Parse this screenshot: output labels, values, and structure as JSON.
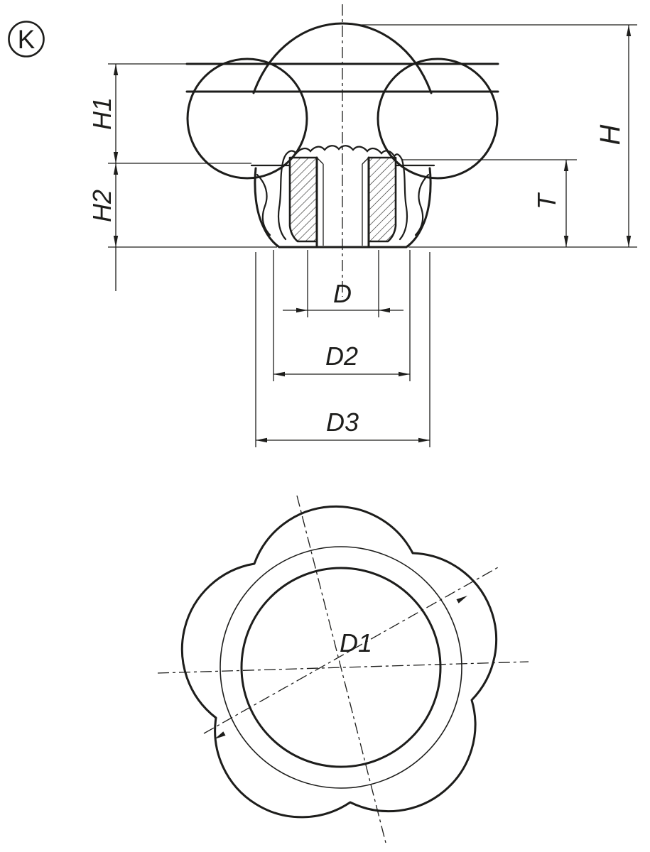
{
  "colors": {
    "ink": "#1d1d1b",
    "bg": "#ffffff"
  },
  "logo": {
    "letter": "K"
  },
  "dimensions": {
    "h1": "H1",
    "h2": "H2",
    "h": "H",
    "t": "T",
    "d": "D",
    "d2": "D2",
    "d3": "D3",
    "d1": "D1"
  }
}
